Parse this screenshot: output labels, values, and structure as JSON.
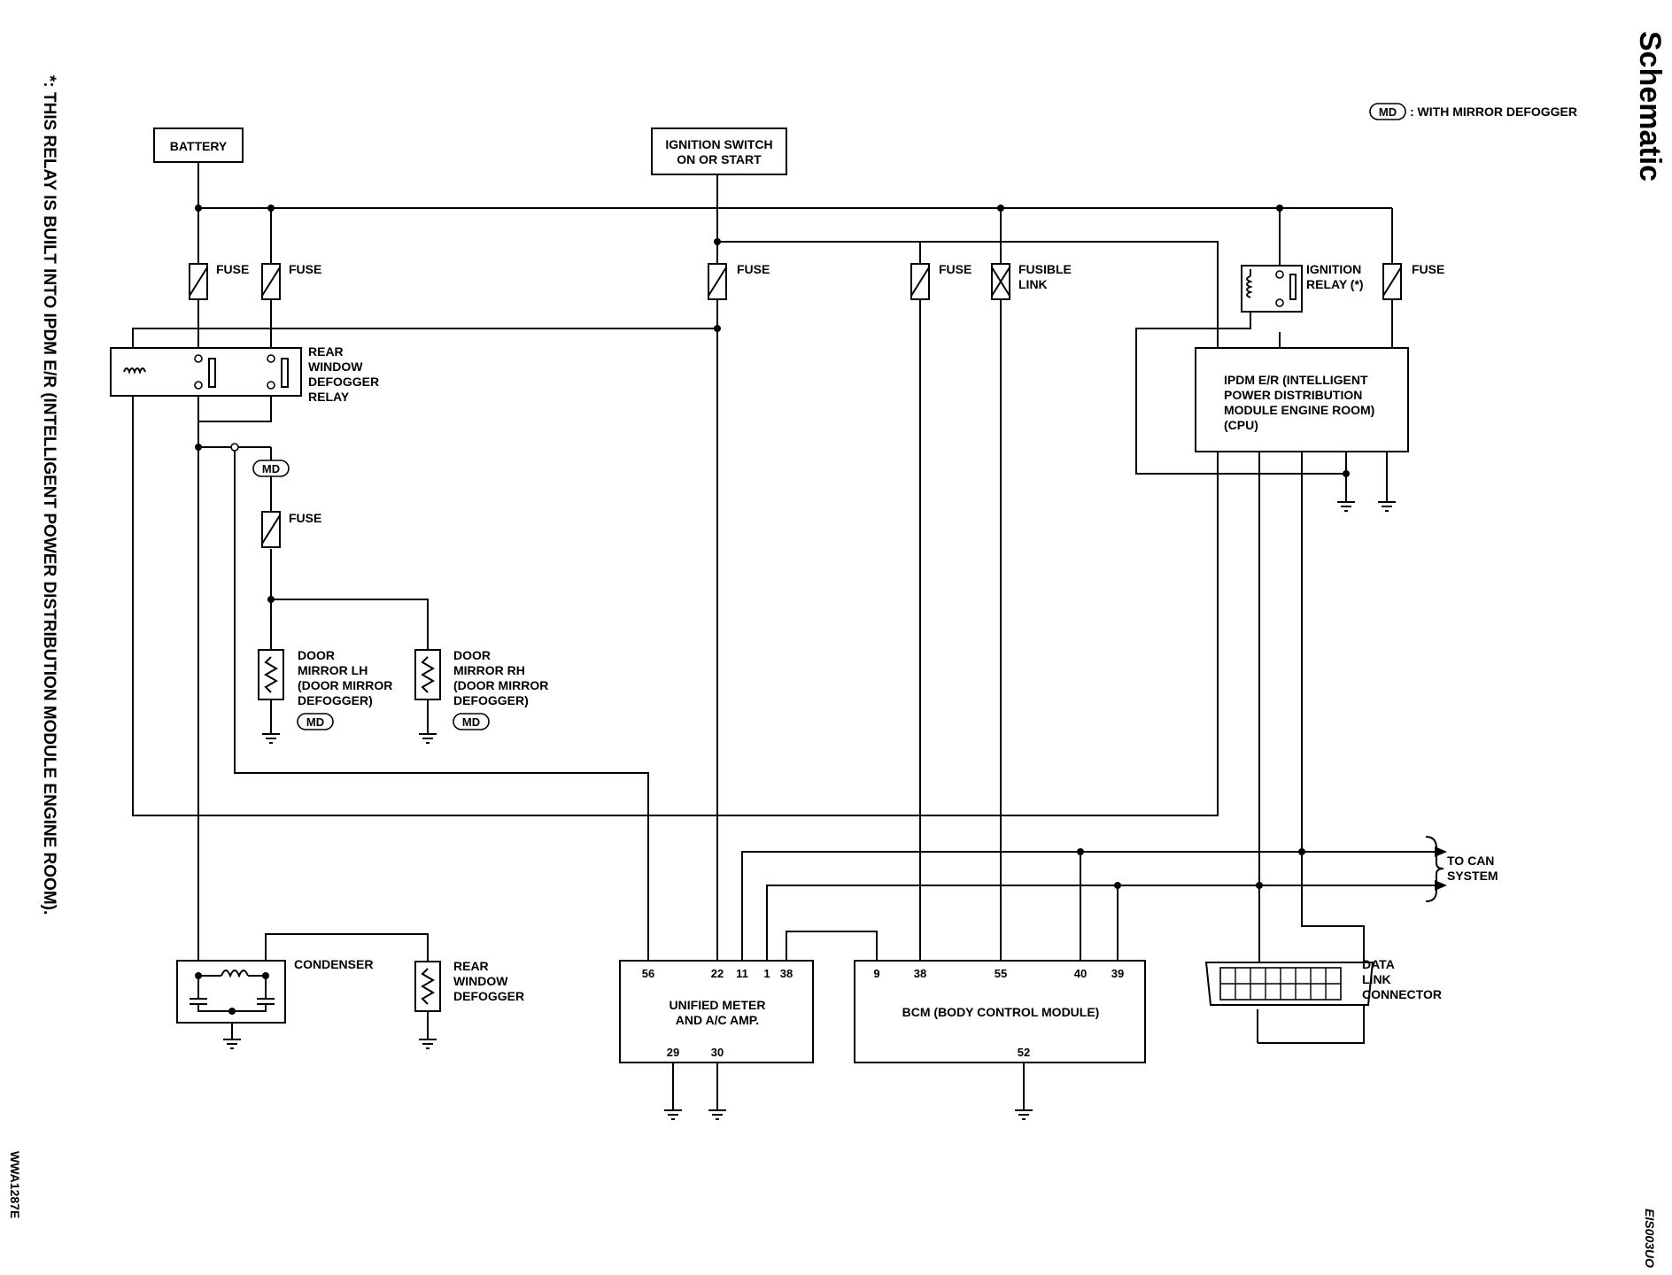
{
  "page_title": "Schematic",
  "doc_code": "EIS003UO",
  "figure_code": "WWA1287E",
  "footnote": "*: THIS RELAY IS BUILT INTO IPDM E/R (INTELLIGENT POWER DISTRIBUTION MODULE ENGINE ROOM).",
  "legend": {
    "badge": "MD",
    "text": ": WITH MIRROR DEFOGGER"
  },
  "md_badge": "MD",
  "components": {
    "battery": "BATTERY",
    "ignition_switch": [
      "IGNITION SWITCH",
      "ON OR START"
    ],
    "fuse": "FUSE",
    "fusible_link": [
      "FUSIBLE",
      "LINK"
    ],
    "ignition_relay": [
      "IGNITION",
      "RELAY (*)"
    ],
    "rear_defogger_relay": [
      "REAR",
      "WINDOW",
      "DEFOGGER",
      "RELAY"
    ],
    "ipdm": [
      "IPDM E/R (INTELLIGENT",
      "POWER DISTRIBUTION",
      "MODULE ENGINE ROOM)",
      "(CPU)"
    ],
    "door_mirror_lh": [
      "DOOR",
      "MIRROR LH",
      "(DOOR MIRROR",
      "DEFOGGER)"
    ],
    "door_mirror_rh": [
      "DOOR",
      "MIRROR RH",
      "(DOOR MIRROR",
      "DEFOGGER)"
    ],
    "condenser": "CONDENSER",
    "rear_window_defogger": [
      "REAR",
      "WINDOW",
      "DEFOGGER"
    ],
    "unified_meter": [
      "UNIFIED METER",
      "AND A/C AMP."
    ],
    "bcm": "BCM (BODY CONTROL MODULE)",
    "data_link": [
      "DATA",
      "LINK",
      "CONNECTOR"
    ],
    "can": [
      "TO CAN",
      "SYSTEM"
    ]
  },
  "pins": {
    "meter_top": [
      "56",
      "22",
      "11",
      "1",
      "38"
    ],
    "meter_bottom": [
      "29",
      "30"
    ],
    "bcm_top": [
      "9",
      "38",
      "55",
      "40",
      "39"
    ],
    "bcm_bottom": [
      "52"
    ]
  }
}
